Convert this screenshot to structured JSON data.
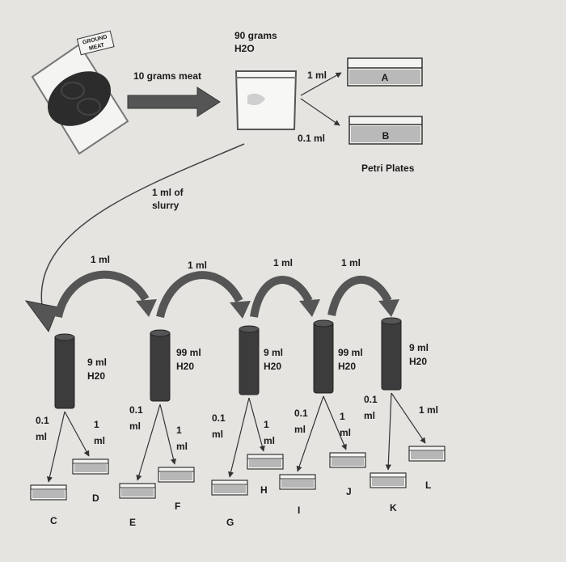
{
  "package_label": [
    "GROUND",
    "MEAT"
  ],
  "arrow_meat_label": "10 grams meat",
  "water_label": [
    "90 grams",
    "H2O"
  ],
  "plate_transfer": {
    "to_a": "1 ml",
    "to_b": "0.1 ml"
  },
  "plates_top": [
    "A",
    "B"
  ],
  "petri_plates_label": "Petri Plates",
  "slurry_label": [
    "1 ml of",
    "slurry"
  ],
  "transfer_labels": [
    "1 ml",
    "1 ml",
    "1 ml",
    "1 ml"
  ],
  "tubes": [
    {
      "volume": [
        "9 ml",
        "H20"
      ],
      "left_transfer": [
        "0.1",
        "ml"
      ],
      "right_transfer": [
        "1",
        "ml"
      ],
      "plates": [
        "C",
        "D"
      ]
    },
    {
      "volume": [
        "99 ml",
        "H20"
      ],
      "left_transfer": [
        "0.1",
        "ml"
      ],
      "right_transfer": [
        "1",
        "ml"
      ],
      "plates": [
        "E",
        "F"
      ]
    },
    {
      "volume": [
        "9 ml",
        "H20"
      ],
      "left_transfer": [
        "0.1",
        "ml"
      ],
      "right_transfer": [
        "1",
        "ml"
      ],
      "plates": [
        "G",
        "H"
      ]
    },
    {
      "volume": [
        "99 ml",
        "H20"
      ],
      "left_transfer": [
        "0.1",
        "ml"
      ],
      "right_transfer": [
        "1",
        "ml"
      ],
      "plates": [
        "I",
        "J"
      ]
    },
    {
      "volume": [
        "9 ml",
        "H20"
      ],
      "left_transfer": [
        "0.1",
        "ml"
      ],
      "right_transfer": [
        "1 ml"
      ],
      "plates": [
        "K",
        "L"
      ]
    }
  ],
  "colors": {
    "paper": "#e6e4e0",
    "ink": "#1a1a1a",
    "tube": "#3c3c3c",
    "arrow": "#555555",
    "plate": "#b7b7b7"
  }
}
